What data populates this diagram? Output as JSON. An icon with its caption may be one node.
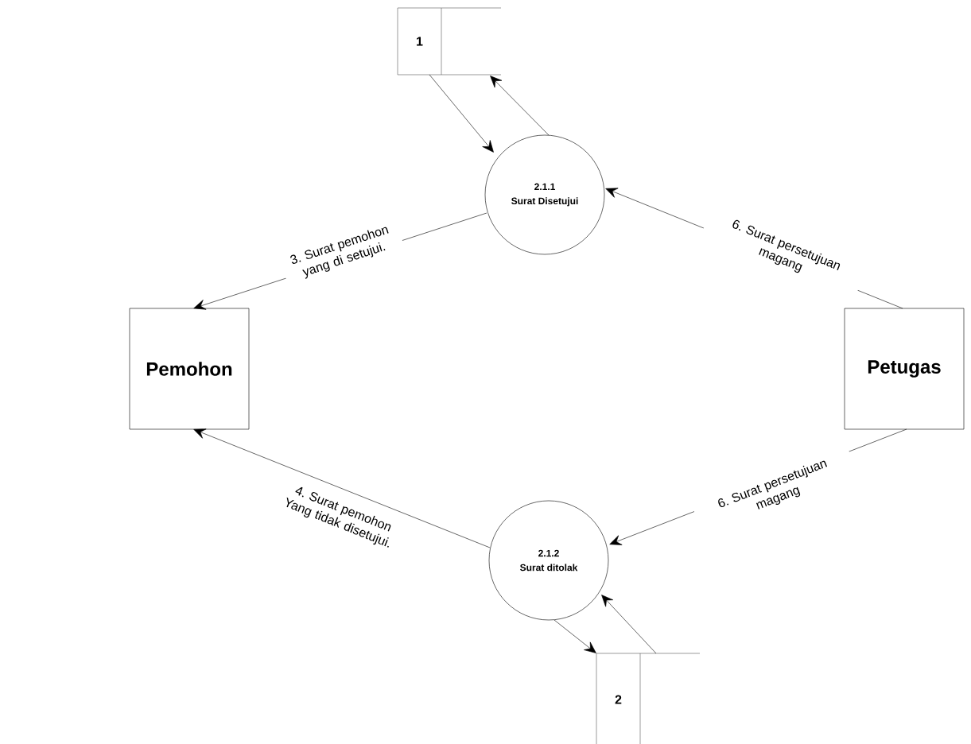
{
  "diagram": {
    "nodes": [
      {
        "text": [
          "1"
        ]
      },
      {
        "text": [
          "2.1.1",
          "Surat Disetujui"
        ]
      },
      {
        "text": [
          "Pemohon"
        ]
      },
      {
        "text": [
          "Petugas"
        ]
      },
      {
        "text": [
          "2.1.2",
          "Surat ditolak"
        ]
      },
      {
        "text": [
          "2"
        ]
      }
    ],
    "edges": [
      {
        "from": 0,
        "to": 1,
        "arrow": "to"
      },
      {
        "from": 1,
        "to": 0,
        "arrow": "to"
      },
      {
        "from": 1,
        "to": 2,
        "arrow": "to",
        "label": "3. Surat pemohon yang di setujui."
      },
      {
        "from": 4,
        "to": 2,
        "arrow": "to",
        "label": "4. Surat pemohon Yang tidak disetujui."
      },
      {
        "from": 3,
        "to": 1,
        "arrow": "to",
        "label": "6. Surat persetujuan magang"
      },
      {
        "from": 3,
        "to": 4,
        "arrow": "to",
        "label": "6. Surat persetujuan magang"
      },
      {
        "from": 4,
        "to": 5,
        "arrow": "to"
      },
      {
        "from": 5,
        "to": 4,
        "arrow": "to"
      }
    ]
  }
}
